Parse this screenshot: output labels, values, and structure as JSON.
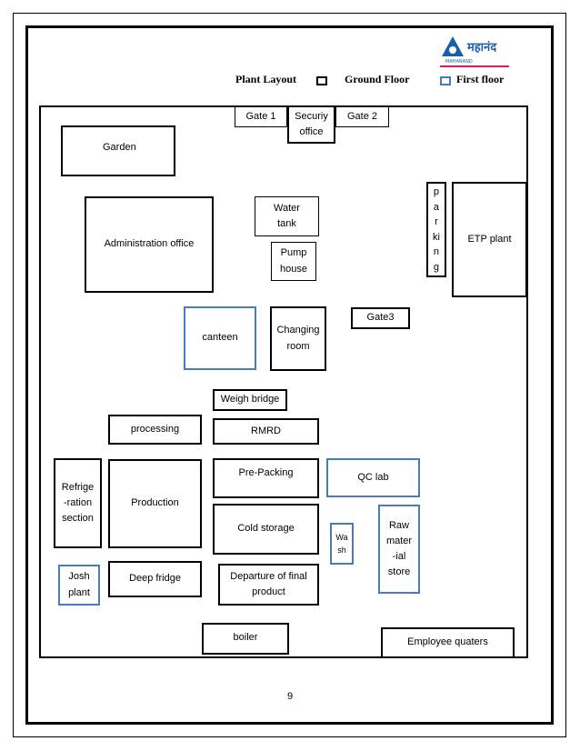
{
  "legend": {
    "title": "Plant Layout",
    "ground_floor": "Ground Floor",
    "first_floor": "First floor"
  },
  "logo": {
    "wordmark": "महानंद",
    "sub": "MAHANAND"
  },
  "colors": {
    "ground_floor": "#000000",
    "first_floor": "#4a7bb5"
  },
  "rooms": {
    "gate1": "Gate 1",
    "security": "Securiy\noffice",
    "gate2": "Gate 2",
    "garden": "Garden",
    "admin": "Administration office",
    "water_tank": "Water\ntank",
    "pump_house": "Pump\nhouse",
    "parking": "p\na\nr\nki\nn\ng",
    "etp": "ETP plant",
    "canteen": "canteen",
    "changing": "Changing\nroom",
    "gate3": "Gate3",
    "weigh_bridge": "Weigh bridge",
    "processing": "processing",
    "rmrd": "RMRD",
    "refrigeration": "Refrige\n-ration\nsection",
    "production": "Production",
    "pre_packing": "Pre-Packing",
    "qc_lab": "QC lab",
    "cold_storage": "Cold storage",
    "wash": "Wa\nsh",
    "raw_material": "Raw\nmater\n-ial\nstore",
    "josh_plant": "Josh\nplant",
    "deep_fridge": "Deep fridge",
    "departure": "Departure of final\nproduct",
    "boiler": "boiler",
    "employee_quarters": "Employee quaters"
  },
  "page_number": "9"
}
